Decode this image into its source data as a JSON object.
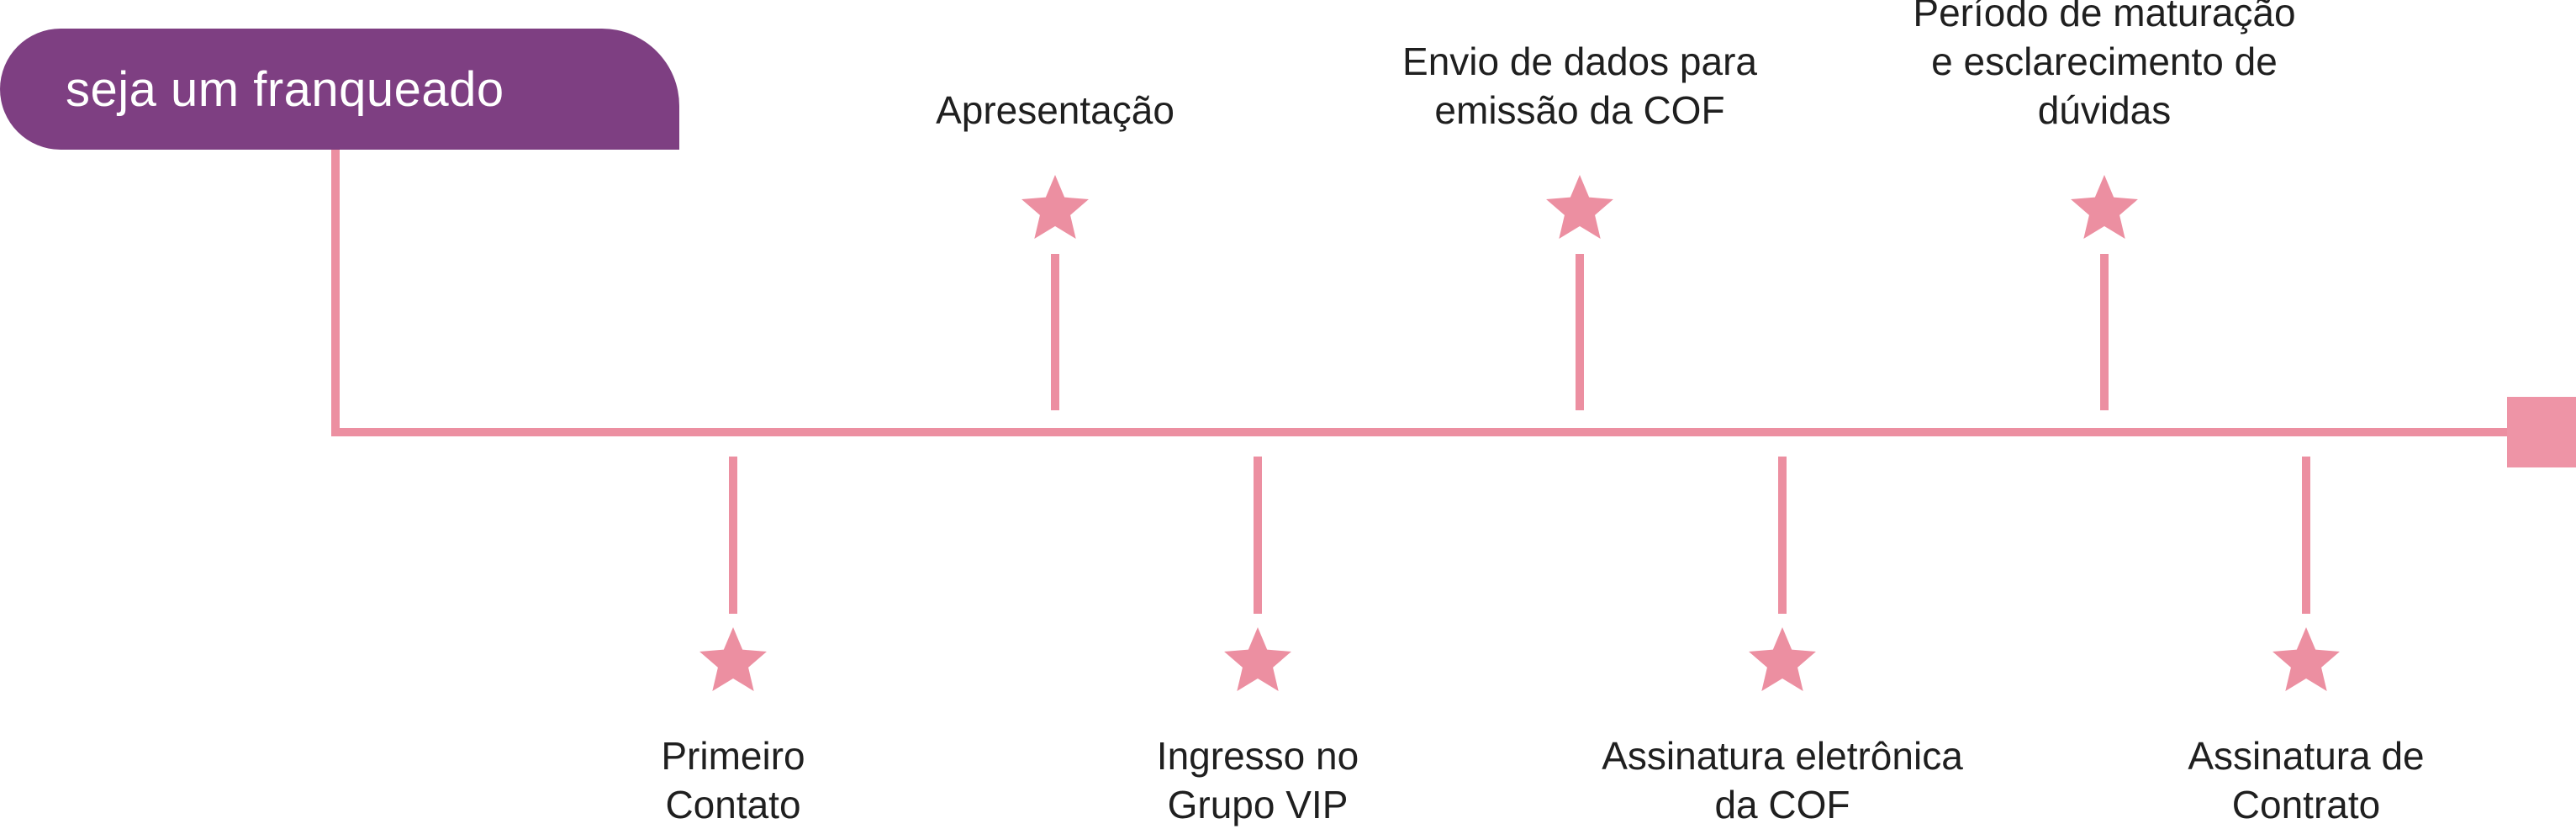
{
  "header": {
    "title": "seja um franqueado"
  },
  "colors": {
    "title_bg": "#7e3f82",
    "title_text": "#ffffff",
    "line": "#ec8fa1",
    "star": "#ec8fa1",
    "end_marker": "#ee94a6",
    "label_text": "#1f1f1f"
  },
  "timeline": {
    "steps": [
      {
        "order": 1,
        "label": "Primeiro\nContato",
        "side": "below",
        "icon": "star-icon"
      },
      {
        "order": 2,
        "label": "Apresentação",
        "side": "above",
        "icon": "star-icon"
      },
      {
        "order": 3,
        "label": "Ingresso no\nGrupo VIP",
        "side": "below",
        "icon": "star-icon"
      },
      {
        "order": 4,
        "label": "Envio de dados para\nemissão da COF",
        "side": "above",
        "icon": "star-icon"
      },
      {
        "order": 5,
        "label": "Assinatura eletrônica\nda COF",
        "side": "below",
        "icon": "star-icon"
      },
      {
        "order": 6,
        "label": "Período de maturação\ne esclarecimento de\ndúvidas",
        "side": "above",
        "icon": "star-icon"
      },
      {
        "order": 7,
        "label": "Assinatura de Contrato",
        "side": "below",
        "icon": "star-icon"
      }
    ]
  }
}
